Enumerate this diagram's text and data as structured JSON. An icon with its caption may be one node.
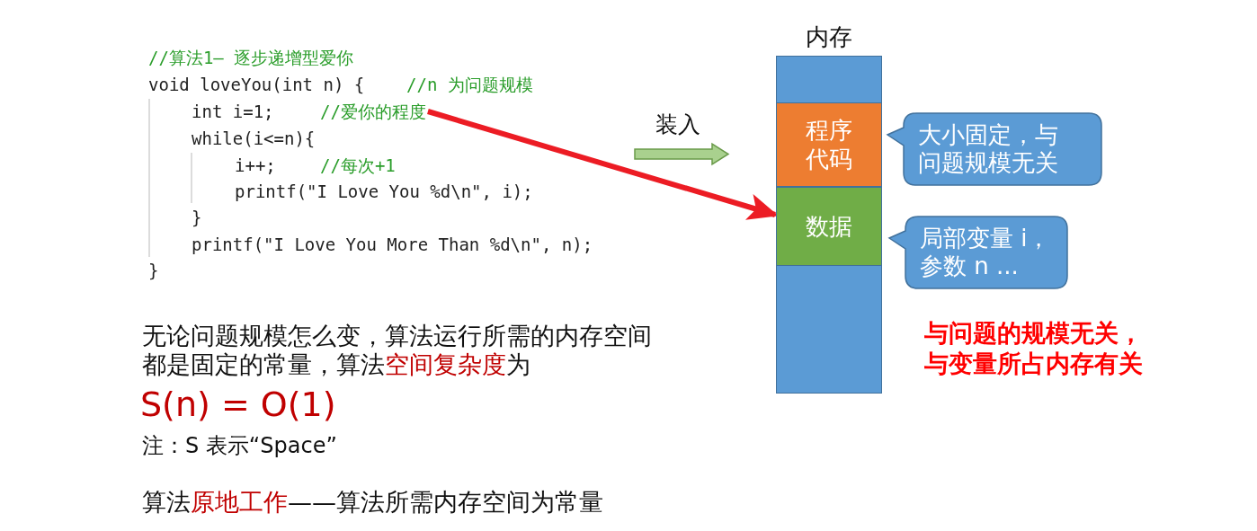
{
  "diagram": {
    "nodes": [
      {
        "text": [
          "//爱你的程度"
        ]
      },
      {
        "text": [
          "内存"
        ]
      },
      {
        "text": [
          "程序代码"
        ],
        "in": 1
      },
      {
        "text": [
          "数据"
        ],
        "in": 1
      },
      {
        "text": [
          "大小固定，与问题规模无关"
        ]
      },
      {
        "text": [
          "局部变量 i，参数 n ..."
        ]
      }
    ],
    "edges": [
      {
        "from": 0,
        "to": 3,
        "arrow": "to",
        "color": "#ec1c24"
      }
    ],
    "labels": [
      "//算法1— 逐步递增型爱你",
      "void loveYou(int n) {",
      "//n 为问题规模",
      "int i=1;",
      "while(i<=n){",
      "i++;",
      "//每次+1",
      "printf(\"I Love You %d\\n\", i);",
      "}",
      "printf(\"I Love You More Than %d\\n\", n);",
      "}",
      "装入",
      "无论问题规模怎么变，算法运行所需的内存空间都是固定的常量，算法**空间复杂度**为",
      "S(n) = O(1)",
      "注：S 表示“Space”",
      "算法**原地工作**——算法所需内存空间为常量",
      "与问题的规模无关，与变量所占内存有关"
    ]
  }
}
